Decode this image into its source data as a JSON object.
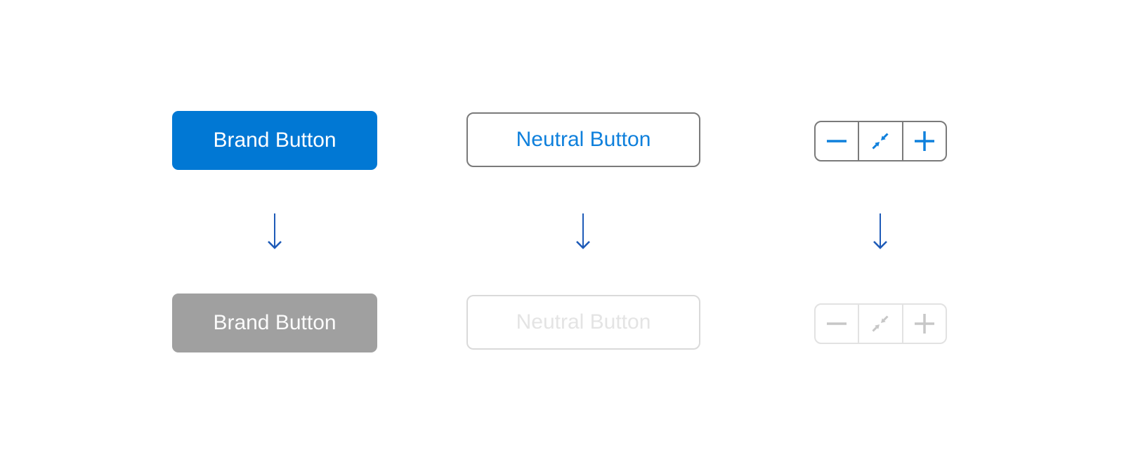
{
  "colors": {
    "background": "#ffffff",
    "brand_blue": "#0178d4",
    "accent_blue": "#0f80dc",
    "arrow_blue": "#1e5bb8",
    "enabled_border_gray": "#7a7a7a",
    "disabled_fill_gray": "#a0a0a0",
    "disabled_border_gray": "#dadada",
    "disabled_text_gray": "#e4e4e4",
    "disabled_stepper_border": "#e2e2e2",
    "disabled_icon_gray": "#c7c7c7"
  },
  "buttons": {
    "brand": {
      "enabled_label": "Brand Button",
      "disabled_label": "Brand Button"
    },
    "neutral": {
      "enabled_label": "Neutral Button",
      "disabled_label": "Neutral Button"
    }
  },
  "stepper": {
    "segments": [
      {
        "icon": "minus-icon"
      },
      {
        "icon": "collapse-arrows-icon"
      },
      {
        "icon": "plus-icon"
      }
    ]
  },
  "arrows": {
    "direction": "down",
    "count": 3
  }
}
